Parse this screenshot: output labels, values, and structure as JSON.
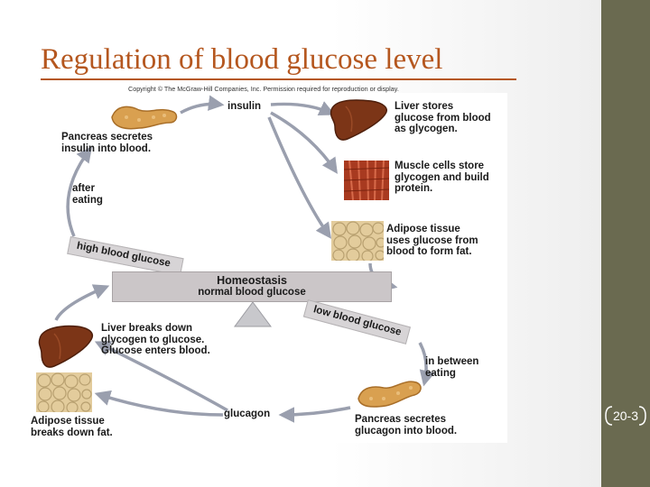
{
  "slide": {
    "title": "Regulation of blood glucose level",
    "copyright": "Copyright © The McGraw-Hill Companies, Inc. Permission required for reproduction or display.",
    "slide_number": "20-3"
  },
  "diagram": {
    "insulin": "insulin",
    "glucagon": "glucagon",
    "pancreas_insulin": [
      "Pancreas secretes",
      "insulin into blood."
    ],
    "after_eating": [
      "after",
      "eating"
    ],
    "liver_stores": [
      "Liver stores",
      "glucose from blood",
      "as glycogen."
    ],
    "muscle": [
      "Muscle cells store",
      "glycogen and build",
      "protein."
    ],
    "adipose_uses": [
      "Adipose tissue",
      "uses glucose from",
      "blood to form fat."
    ],
    "high_band": "high blood glucose",
    "low_band": "low blood glucose",
    "homeostasis": "Homeostasis",
    "normal": "normal blood glucose",
    "liver_breaks": [
      "Liver breaks down",
      "glycogen to glucose.",
      "Glucose enters blood."
    ],
    "in_between": [
      "in between",
      "eating"
    ],
    "adipose_breaks": [
      "Adipose tissue",
      "breaks down fat."
    ],
    "pancreas_glucagon": [
      "Pancreas secretes",
      "glucagon into blood."
    ]
  },
  "colors": {
    "title": "#b5571f",
    "side_bar": "#6a6a50",
    "arrow": "#9a9fae",
    "liver": "#7c3517",
    "pancreas": "#d9a050",
    "muscle": "#a83a20",
    "adipose": "#e3cc9c"
  }
}
